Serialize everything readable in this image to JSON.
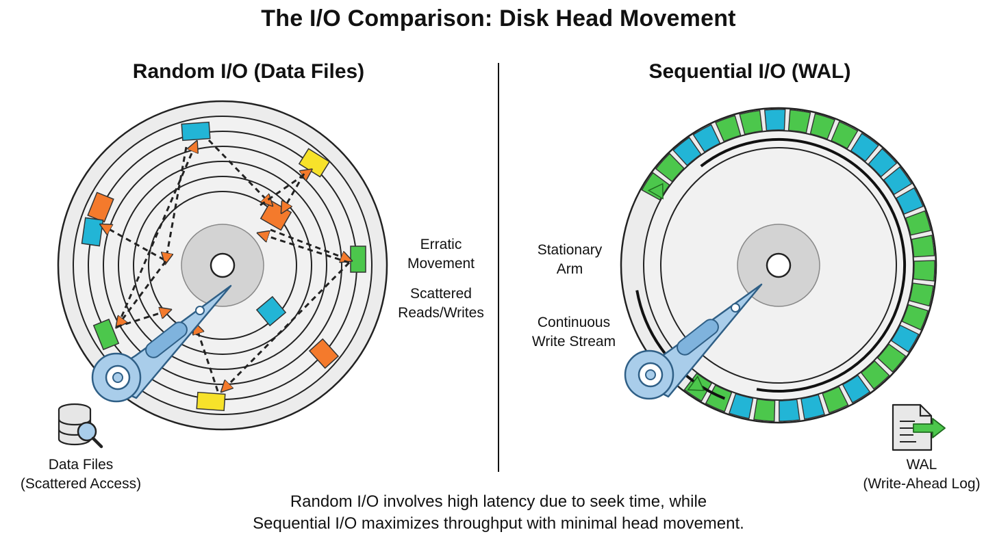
{
  "title": "The I/O Comparison: Disk Head Movement",
  "left_panel": {
    "heading": "Random I/O (Data Files)",
    "label_erratic": [
      "Erratic",
      "Movement"
    ],
    "label_scattered": [
      "Scattered",
      "Reads/Writes"
    ],
    "icon_name": "database-search-icon",
    "icon_label": [
      "Data Files",
      "(Scattered Access)"
    ],
    "blocks": [
      {
        "color": "#22b5d6",
        "name": "top"
      },
      {
        "color": "#f7e22a",
        "name": "upper-right"
      },
      {
        "color": "#f47a2c",
        "name": "left-orange"
      },
      {
        "color": "#22b5d6",
        "name": "left-blue"
      },
      {
        "color": "#f47a2c",
        "name": "center-orange"
      },
      {
        "color": "#4cc74c",
        "name": "right-green"
      },
      {
        "color": "#4cc74c",
        "name": "lower-left-green"
      },
      {
        "color": "#22b5d6",
        "name": "lower-blue"
      },
      {
        "color": "#f47a2c",
        "name": "lower-right-orange"
      },
      {
        "color": "#f7e22a",
        "name": "bottom-yellow"
      }
    ]
  },
  "right_panel": {
    "heading": "Sequential I/O (WAL)",
    "label_stationary": [
      "Stationary",
      "Arm"
    ],
    "label_continuous": [
      "Continuous",
      "Write Stream"
    ],
    "icon_name": "document-arrow-icon",
    "icon_label": [
      "WAL",
      "(Write-Ahead Log)"
    ]
  },
  "caption": [
    "Random I/O involves high latency due to seek time, while",
    "Sequential I/O maximizes throughput with minimal head movement."
  ],
  "colors": {
    "orange": "#f47a2c",
    "blue": "#22b5d6",
    "green": "#4cc74c",
    "yellow": "#f7e22a",
    "arm": "#a9cdea",
    "platter": "#ececec"
  }
}
